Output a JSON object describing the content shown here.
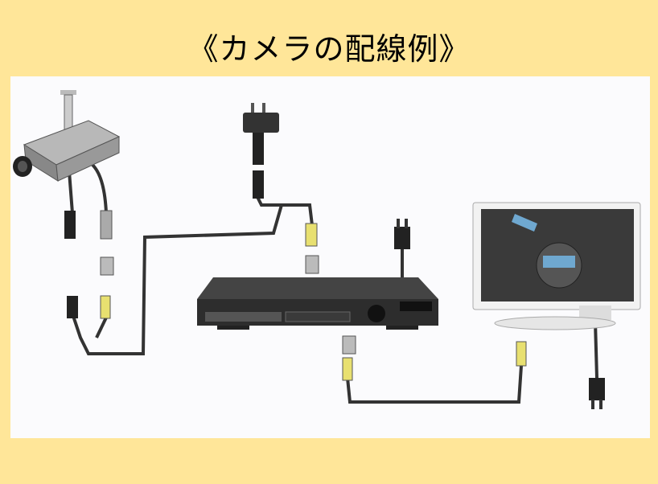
{
  "title": "《カメラの配線例》",
  "diagram": {
    "components": [
      "security-camera",
      "power-adapter",
      "dvr-recorder",
      "power-plug",
      "monitor",
      "monitor-power-plug"
    ],
    "colors": {
      "background": "#FFE699",
      "panel": "#FBFBFD",
      "cable": "#333333",
      "video_connector": "#E8E070"
    }
  }
}
